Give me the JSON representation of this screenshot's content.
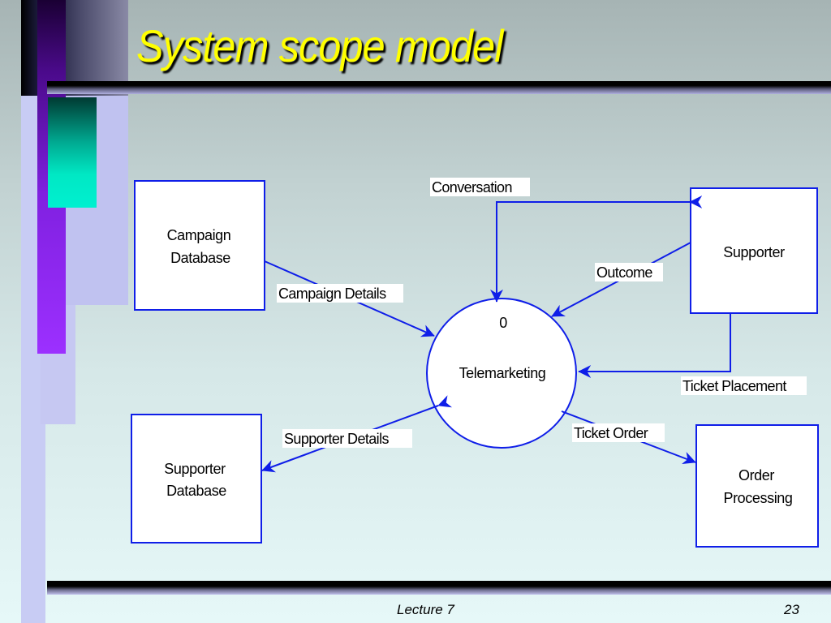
{
  "slide": {
    "title": "System scope model",
    "footer_left": "Lecture 7",
    "page_number": "23"
  },
  "diagram": {
    "type": "data-flow-diagram",
    "process": {
      "number": "0",
      "name": "Telemarketing"
    },
    "entities": {
      "campaign_db": [
        "Campaign",
        "Database"
      ],
      "supporter_db": [
        "Supporter",
        "Database"
      ],
      "supporter": [
        "Supporter"
      ],
      "order_processing": [
        "Order",
        "Processing"
      ]
    },
    "flows": {
      "conversation": "Conversation",
      "outcome": "Outcome",
      "campaign_details": "Campaign Details",
      "ticket_placement": "Ticket Placement",
      "supporter_details": "Supporter Details",
      "ticket_order": "Ticket Order"
    },
    "colors": {
      "stroke": "#0f1ee8",
      "title": "#ffff00",
      "accent_purple": "#9c30ff",
      "accent_cyan": "#00e8c4"
    }
  }
}
